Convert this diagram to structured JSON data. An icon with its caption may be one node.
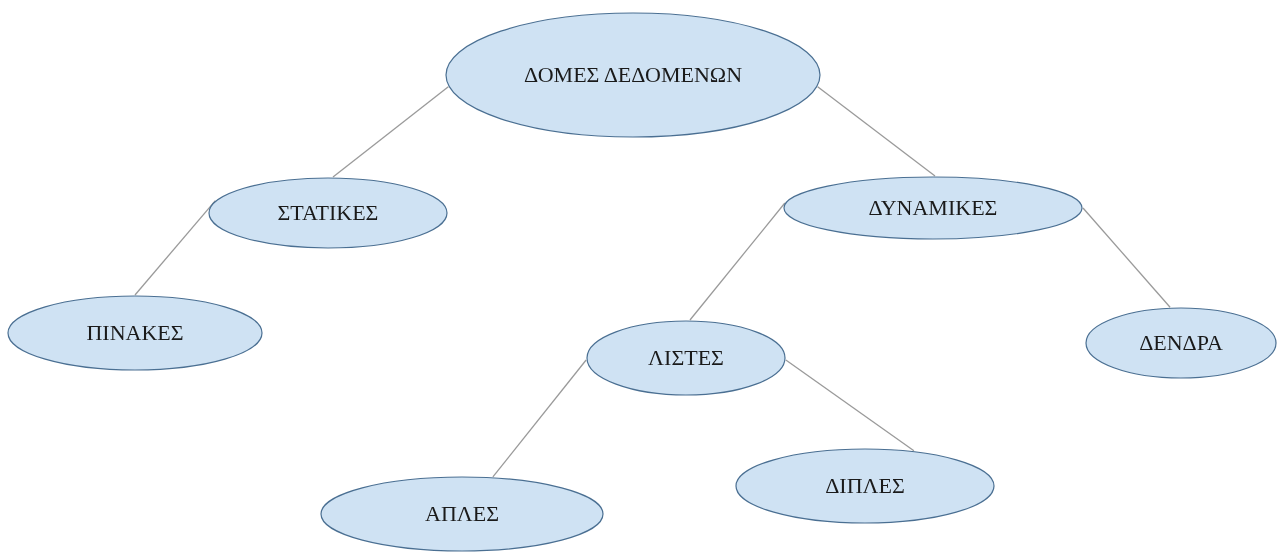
{
  "diagram": {
    "nodes": [
      {
        "text": [
          "ΔΟΜΕΣ ΔΕΔΟΜΕΝΩΝ"
        ]
      },
      {
        "text": [
          "ΣΤΑΤΙΚΕΣ"
        ]
      },
      {
        "text": [
          "ΔΥΝΑΜΙΚΕΣ"
        ]
      },
      {
        "text": [
          "ΠΙΝΑΚΕΣ"
        ]
      },
      {
        "text": [
          "ΛΙΣΤΕΣ"
        ]
      },
      {
        "text": [
          "ΔΕΝΔΡΑ"
        ]
      },
      {
        "text": [
          "ΑΠΛΕΣ"
        ]
      },
      {
        "text": [
          "ΔΙΠΛΕΣ"
        ]
      }
    ],
    "edges": [
      {
        "from": 0,
        "to": 1,
        "arrow": "none"
      },
      {
        "from": 0,
        "to": 2,
        "arrow": "none"
      },
      {
        "from": 1,
        "to": 3,
        "arrow": "none"
      },
      {
        "from": 2,
        "to": 4,
        "arrow": "none"
      },
      {
        "from": 2,
        "to": 5,
        "arrow": "none"
      },
      {
        "from": 4,
        "to": 6,
        "arrow": "none"
      },
      {
        "from": 4,
        "to": 7,
        "arrow": "none"
      }
    ]
  }
}
